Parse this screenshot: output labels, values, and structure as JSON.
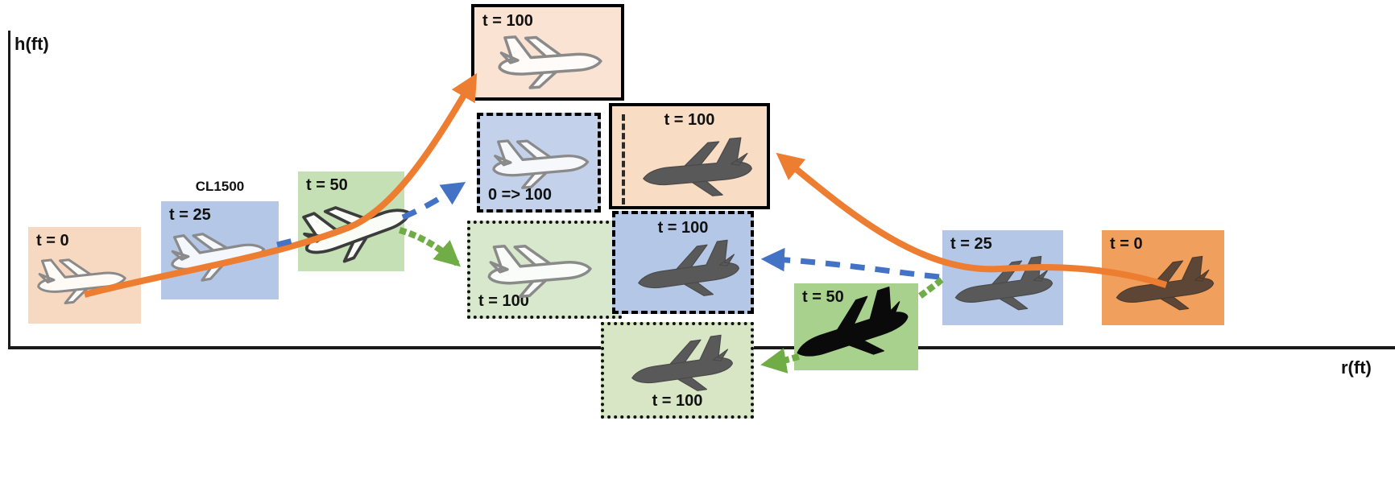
{
  "figure": {
    "axes": {
      "h_label": "h(ft)",
      "r_label": "r(ft)"
    },
    "left_aircraft": {
      "callsign": "CL1500",
      "t0_label": "t = 0",
      "t25_label": "t = 25",
      "t50_label": "t = 50",
      "pred_nominal_label": "t = 100",
      "pred_dashed_label": "0 => 100",
      "pred_dotted_label": "t = 100"
    },
    "right_aircraft": {
      "t0_label": "t = 0",
      "t25_label": "t = 25",
      "t50_label": "t = 50",
      "pred_nominal_label": "t = 100",
      "pred_dashed_label": "t = 100",
      "pred_dotted_label": "t = 100"
    },
    "colors": {
      "trajectory_orange": "#ed7d31",
      "trajectory_blue": "#4472c4",
      "trajectory_green": "#70ad47",
      "box_peach": "#f8dcc6",
      "box_blue": "#b4c7e7",
      "box_green_light": "#c5e0b4",
      "box_green_saturated": "#a9d18e",
      "box_orange": "#f0a05c"
    }
  }
}
